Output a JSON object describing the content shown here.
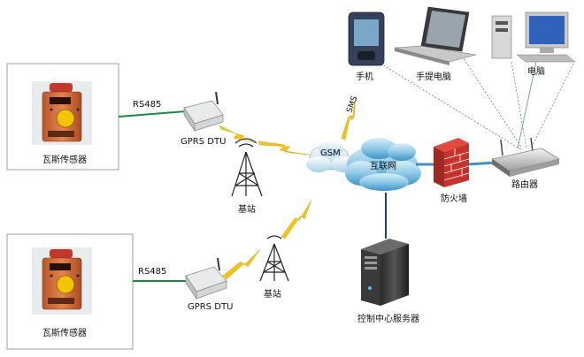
{
  "labels": {
    "sensor_top": "瓦斯传感器",
    "sensor_bottom": "瓦斯传感器",
    "rs485_top": "RS485",
    "rs485_bottom": "RS485",
    "dtu_top": "GPRS  DTU",
    "dtu_bottom": "GPRS  DTU",
    "base_top": "基站",
    "base_bottom": "基站",
    "gsm": "GSM",
    "sms": "SMS",
    "internet": "互联网",
    "phone": "手机",
    "laptop": "手提电脑",
    "pc": "电脑",
    "firewall": "防火墙",
    "router": "路由器",
    "server": "控制中心服务器"
  },
  "colors": {
    "bus_line": "#1a8a3a",
    "bolt": "#f3c21b",
    "cloud": "#8ec9e8",
    "firewall": "#c8322c",
    "dash": "#7a7a7a"
  }
}
